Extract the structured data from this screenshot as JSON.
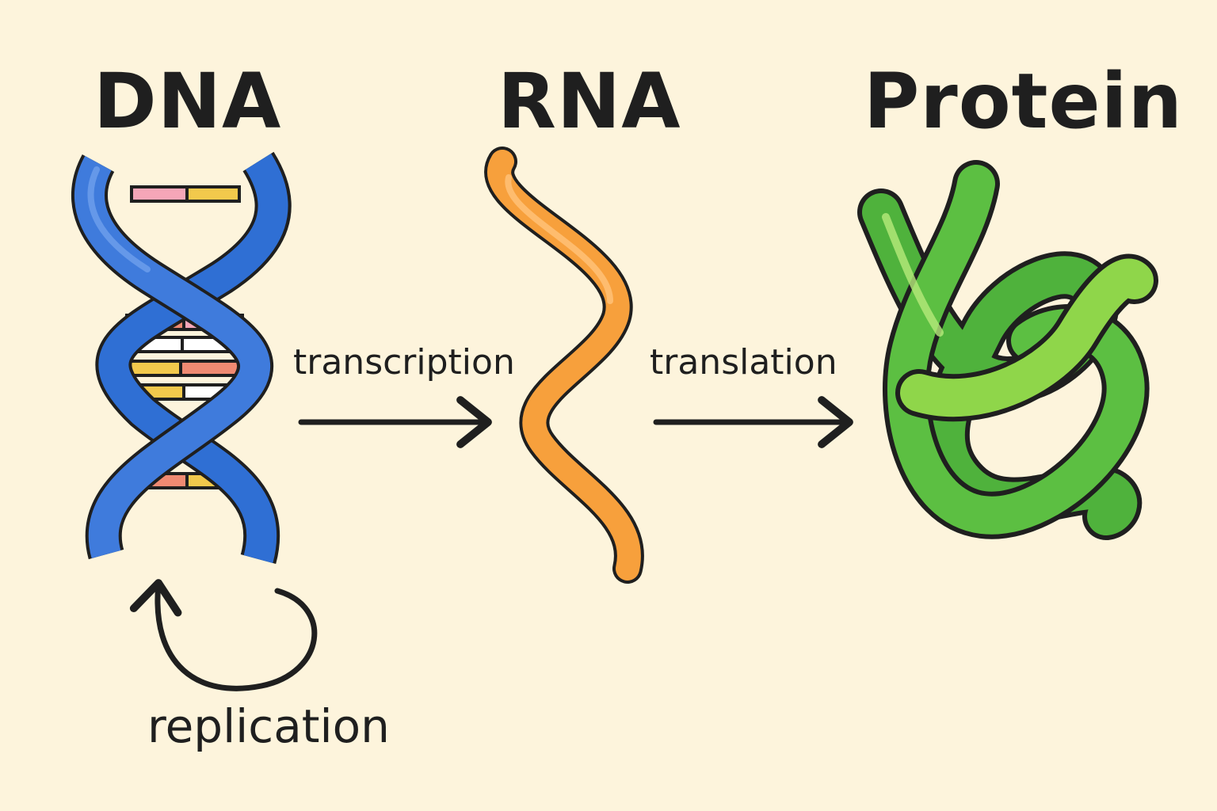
{
  "stages": {
    "dna": {
      "label": "DNA",
      "color": "#3f7bdc"
    },
    "rna": {
      "label": "RNA",
      "color": "#f7a03c"
    },
    "protein": {
      "label": "Protein",
      "color": "#6cc644"
    }
  },
  "processes": {
    "transcription": "transcription",
    "translation": "translation",
    "replication": "replication"
  },
  "colors": {
    "background": "#fdf4dc",
    "outline": "#1f1f1f",
    "base_pink": "#f5a6b8",
    "base_yellow": "#f2c94c",
    "base_salmon": "#f08a72"
  }
}
